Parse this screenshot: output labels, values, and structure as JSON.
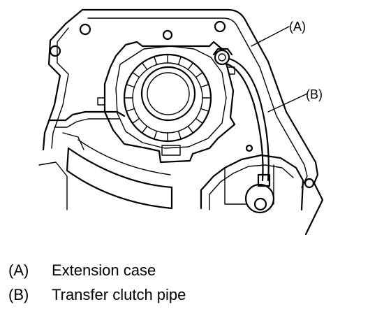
{
  "callouts": {
    "a": "(A)",
    "b": "(B)"
  },
  "legend": [
    {
      "key": "(A)",
      "text": "Extension case"
    },
    {
      "key": "(B)",
      "text": "Transfer clutch pipe"
    }
  ],
  "colors": {
    "ink": "#000000",
    "paper": "#ffffff"
  }
}
